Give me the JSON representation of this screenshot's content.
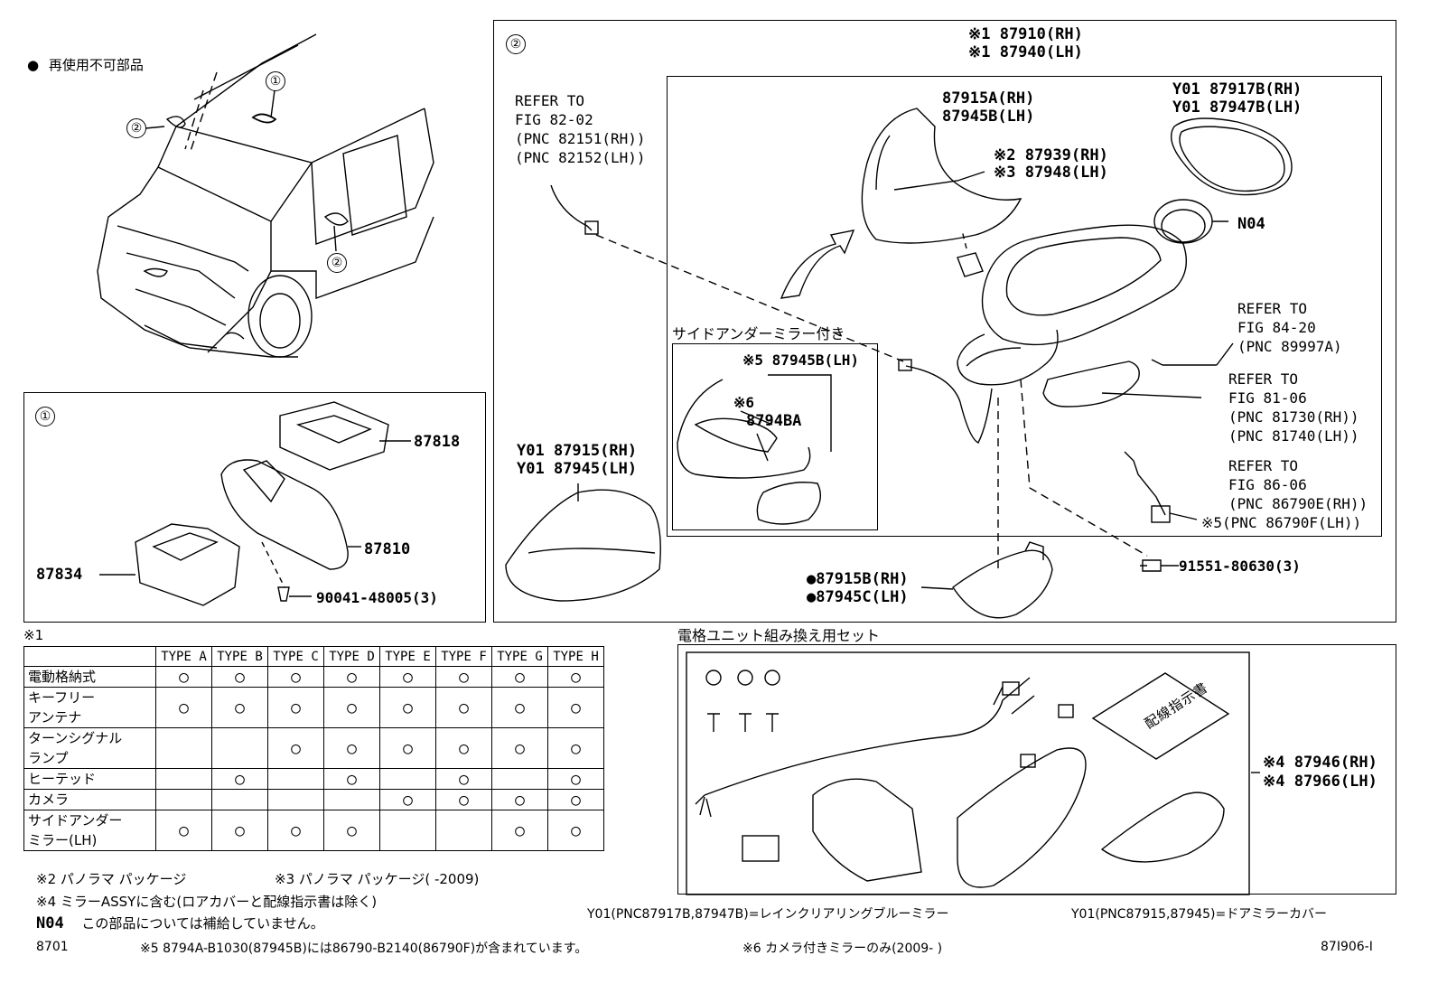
{
  "legend": {
    "mark": "●",
    "text": "再使用不可部品"
  },
  "callouts": {
    "c1": "①",
    "c2": "②"
  },
  "panel2": {
    "asm_rh": "※1 87910(RH)",
    "asm_lh": "※1 87940(LH)",
    "refer_82_lines": [
      "REFER TO",
      "FIG 82-02",
      "(PNC 82151(RH))",
      "(PNC 82152(LH))"
    ],
    "p87915A": "87915A(RH)",
    "p87945B": "87945B(LH)",
    "p87939": "※2 87939(RH)",
    "p87948": "※3 87948(LH)",
    "p87917B": "Y01 87917B(RH)",
    "p87947B": "Y01 87947B(LH)",
    "n04": "N04",
    "refer_84_lines": [
      "REFER TO",
      "FIG 84-20",
      "(PNC 89997A)"
    ],
    "refer_81_lines": [
      "REFER TO",
      "FIG 81-06",
      "(PNC 81730(RH))",
      "(PNC 81740(LH))"
    ],
    "refer_86_lines": [
      "REFER TO",
      "FIG 86-06",
      "(PNC 86790E(RH))",
      "※5(PNC 86790F(LH))"
    ],
    "side_under_title": "サイドアンダーミラー付き",
    "su_87945B": "※5 87945B(LH)",
    "su_x6": "※6",
    "su_8794BA": "8794BA",
    "y01_87915": "Y01 87915(RH)",
    "y01_87945": "Y01 87945(LH)",
    "p87915B": "●87915B(RH)",
    "p87945C": "●87945C(LH)",
    "bolt": "91551-80630(3)"
  },
  "panel1": {
    "p87818": "87818",
    "p87810": "87810",
    "p87834": "87834",
    "screw": "90041-48005(3)"
  },
  "table": {
    "note": "※1",
    "headers": [
      "TYPE A",
      "TYPE B",
      "TYPE C",
      "TYPE D",
      "TYPE E",
      "TYPE F",
      "TYPE G",
      "TYPE H"
    ],
    "rows": [
      {
        "label": [
          "電動格納式"
        ],
        "marks": [
          1,
          1,
          1,
          1,
          1,
          1,
          1,
          1
        ]
      },
      {
        "label": [
          "キーフリー",
          "アンテナ"
        ],
        "marks": [
          1,
          1,
          1,
          1,
          1,
          1,
          1,
          1
        ]
      },
      {
        "label": [
          "ターンシグナル",
          "ランプ"
        ],
        "marks": [
          0,
          0,
          1,
          1,
          1,
          1,
          1,
          1
        ]
      },
      {
        "label": [
          "ヒーテッド"
        ],
        "marks": [
          0,
          1,
          0,
          1,
          0,
          1,
          0,
          1
        ]
      },
      {
        "label": [
          "カメラ"
        ],
        "marks": [
          0,
          0,
          0,
          0,
          1,
          1,
          1,
          1
        ]
      },
      {
        "label": [
          "サイドアンダー",
          "ミラー(LH)"
        ],
        "marks": [
          1,
          1,
          1,
          1,
          0,
          0,
          1,
          1
        ]
      }
    ],
    "symbol": "○"
  },
  "set_box": {
    "title": "電格ユニット組み換え用セット",
    "sheet": "配線指示書",
    "p87946": "※4 87946(RH)",
    "p87966": "※4 87966(LH)"
  },
  "footer": {
    "n2": "※2 パノラマ パッケージ",
    "n3": "※3 パノラマ パッケージ(      -2009)",
    "n4": "※4 ミラーASSYに含む(ロアカバーと配線指示書は除く)",
    "n04_code": "N04",
    "n04_text": "この部品については補給していません。",
    "y01a": "Y01(PNC87917B,87947B)=レインクリアリングブルーミラー",
    "y01b": "Y01(PNC87915,87945)=ドアミラーカバー",
    "code_left": "8701",
    "n5": "※5 8794A-B1030(87945B)には86790-B2140(86790F)が含まれています。",
    "n6": "※6 カメラ付きミラーのみ(2009-      )",
    "code_right": "87I906-I"
  }
}
